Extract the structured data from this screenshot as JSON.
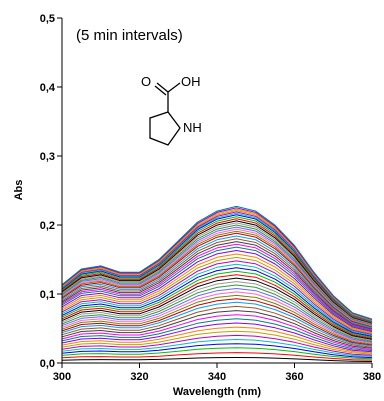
{
  "chart_data": {
    "type": "line",
    "title": "",
    "xlabel": "Wavelength (nm)",
    "ylabel": "Abs",
    "xlim": [
      300,
      380
    ],
    "ylim": [
      0.0,
      0.5
    ],
    "x_ticks": [
      300,
      320,
      340,
      360,
      380
    ],
    "x_tick_labels": [
      "300",
      "320",
      "340",
      "360",
      "380"
    ],
    "y_ticks": [
      0.0,
      0.1,
      0.2,
      0.3,
      0.4,
      0.5
    ],
    "y_tick_labels": [
      "0,0",
      "0,1",
      "0,2",
      "0,3",
      "0,4",
      "0,5"
    ],
    "grid": false,
    "annotation": "(5 min intervals)",
    "molecule_labels": {
      "carbonyl_o": "O",
      "hydroxyl": "OH",
      "amine": "NH"
    },
    "x": [
      300,
      305,
      310,
      315,
      320,
      325,
      330,
      335,
      340,
      345,
      350,
      355,
      360,
      365,
      370,
      375,
      380
    ],
    "base_series": [
      0.5,
      0.6,
      0.62,
      0.58,
      0.58,
      0.66,
      0.78,
      0.9,
      0.97,
      1.0,
      0.97,
      0.88,
      0.75,
      0.58,
      0.43,
      0.32,
      0.28
    ],
    "series": [
      {
        "peak": 0.008
      },
      {
        "peak": 0.015
      },
      {
        "peak": 0.022
      },
      {
        "peak": 0.028
      },
      {
        "peak": 0.034
      },
      {
        "peak": 0.04
      },
      {
        "peak": 0.046
      },
      {
        "peak": 0.052
      },
      {
        "peak": 0.058
      },
      {
        "peak": 0.064
      },
      {
        "peak": 0.07
      },
      {
        "peak": 0.076
      },
      {
        "peak": 0.082
      },
      {
        "peak": 0.088
      },
      {
        "peak": 0.093
      },
      {
        "peak": 0.098
      },
      {
        "peak": 0.103
      },
      {
        "peak": 0.108
      },
      {
        "peak": 0.113
      },
      {
        "peak": 0.118
      },
      {
        "peak": 0.123
      },
      {
        "peak": 0.128
      },
      {
        "peak": 0.133
      },
      {
        "peak": 0.138
      },
      {
        "peak": 0.143
      },
      {
        "peak": 0.148
      },
      {
        "peak": 0.153
      },
      {
        "peak": 0.158
      },
      {
        "peak": 0.163
      },
      {
        "peak": 0.168
      },
      {
        "peak": 0.172
      },
      {
        "peak": 0.176
      },
      {
        "peak": 0.18
      },
      {
        "peak": 0.184
      },
      {
        "peak": 0.188
      },
      {
        "peak": 0.191
      },
      {
        "peak": 0.194
      },
      {
        "peak": 0.197
      },
      {
        "peak": 0.2
      },
      {
        "peak": 0.203
      },
      {
        "peak": 0.206
      },
      {
        "peak": 0.209
      },
      {
        "peak": 0.212
      },
      {
        "peak": 0.215
      },
      {
        "peak": 0.217
      },
      {
        "peak": 0.219
      },
      {
        "peak": 0.221
      },
      {
        "peak": 0.223
      },
      {
        "peak": 0.225
      },
      {
        "peak": 0.227
      }
    ],
    "colors": [
      "#000000",
      "#ff0000",
      "#00c000",
      "#0000ff",
      "#00c0c0",
      "#c000c0",
      "#c0a000",
      "#ff8000",
      "#8000ff",
      "#008080",
      "#ff00ff",
      "#404040",
      "#a0522d",
      "#00a0ff",
      "#c00000",
      "#808000",
      "#ff66cc",
      "#6666ff",
      "#339933",
      "#999999"
    ]
  }
}
